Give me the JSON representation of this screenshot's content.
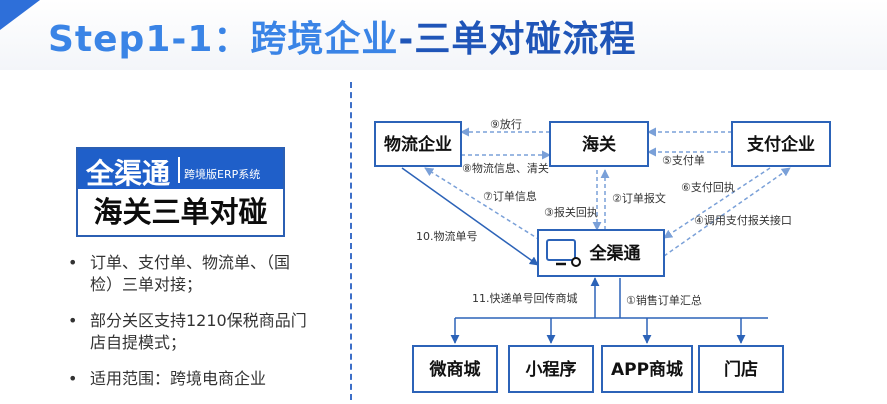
{
  "title": {
    "part1": "Step1-1：跨境企业",
    "part2": "-三单对碰流程"
  },
  "logo": {
    "main": "全渠通",
    "sub": "跨境版ERP系统",
    "tag": "海关三单对碰"
  },
  "bullets": [
    {
      "marker": "•",
      "text": "订单、支付单、物流单、（国检）三单对接；"
    },
    {
      "marker": "•",
      "text": "部分关区支持1210保税商品门店自提模式；"
    },
    {
      "marker": "•",
      "text": "适用范围：跨境电商企业"
    }
  ],
  "nodes": {
    "logistics": "物流企业",
    "customs": "海关",
    "payment": "支付企业",
    "erp": "全渠通",
    "wechat_mall": "微商城",
    "mini_program": "小程序",
    "app_mall": "APP商城",
    "store": "门店"
  },
  "edge_labels": {
    "release": "⑨放行",
    "logistics_info": "⑧物流信息、清关",
    "payment_slip": "⑤支付单",
    "order_info": "⑦订单信息",
    "report_receipt": "③报关回执",
    "order_report": "②订单报文",
    "payment_receipt": "⑥支付回执",
    "payment_api": "④调用支付报关接口",
    "tracking_no": "10.物流单号",
    "express_return": "11.快递单号回传商城",
    "sales_summary": "①销售订单汇总"
  },
  "icons": {
    "erp": "computer-gear-icon"
  },
  "colors": {
    "title": "#3a84e6",
    "accent": "#1f5fc9",
    "node_border": "#2c63b8",
    "arrow_dashed": "#7aa0d8"
  }
}
